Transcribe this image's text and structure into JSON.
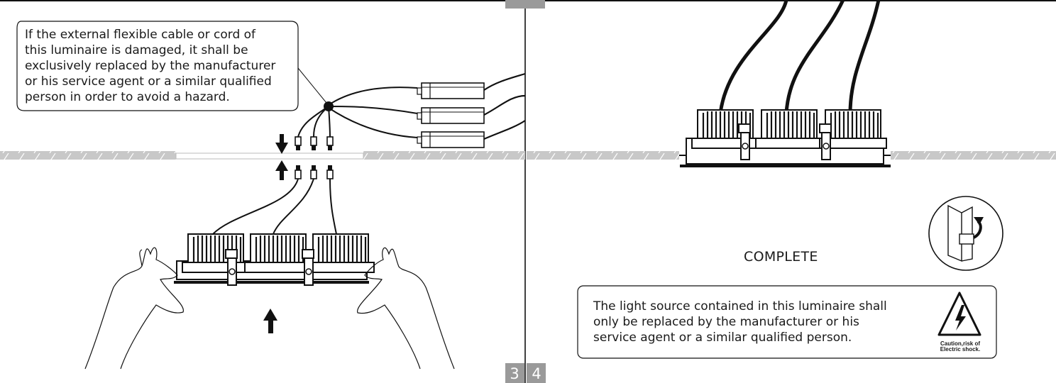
{
  "left_panel": {
    "callout_text": "If the external flexible cable or cord of\nthis luminaire is damaged, it shall be\nexclusively replaced by the manufacturer\nor his service agent or a similar qualified\nperson in order to avoid a hazard."
  },
  "right_panel": {
    "status_text": "COMPLETE",
    "callout_text": "The light source contained in this luminaire shall\nonly be replaced by the manufacturer or his\nservice agent or a similar qualified person.",
    "warning_label": "Caution,risk of\nElectric shock."
  },
  "pages": {
    "left": "3",
    "right": "4"
  },
  "colors": {
    "ink": "#1a1a1a",
    "ceiling": "#c8c8c8",
    "page_tab": "#9a9a9a"
  },
  "icons": [
    "warning-triangle-icon",
    "lightning-icon",
    "push-up-arrow-icon",
    "plug-connector-icon",
    "spring-clip-detail-icon",
    "hand-icon"
  ]
}
